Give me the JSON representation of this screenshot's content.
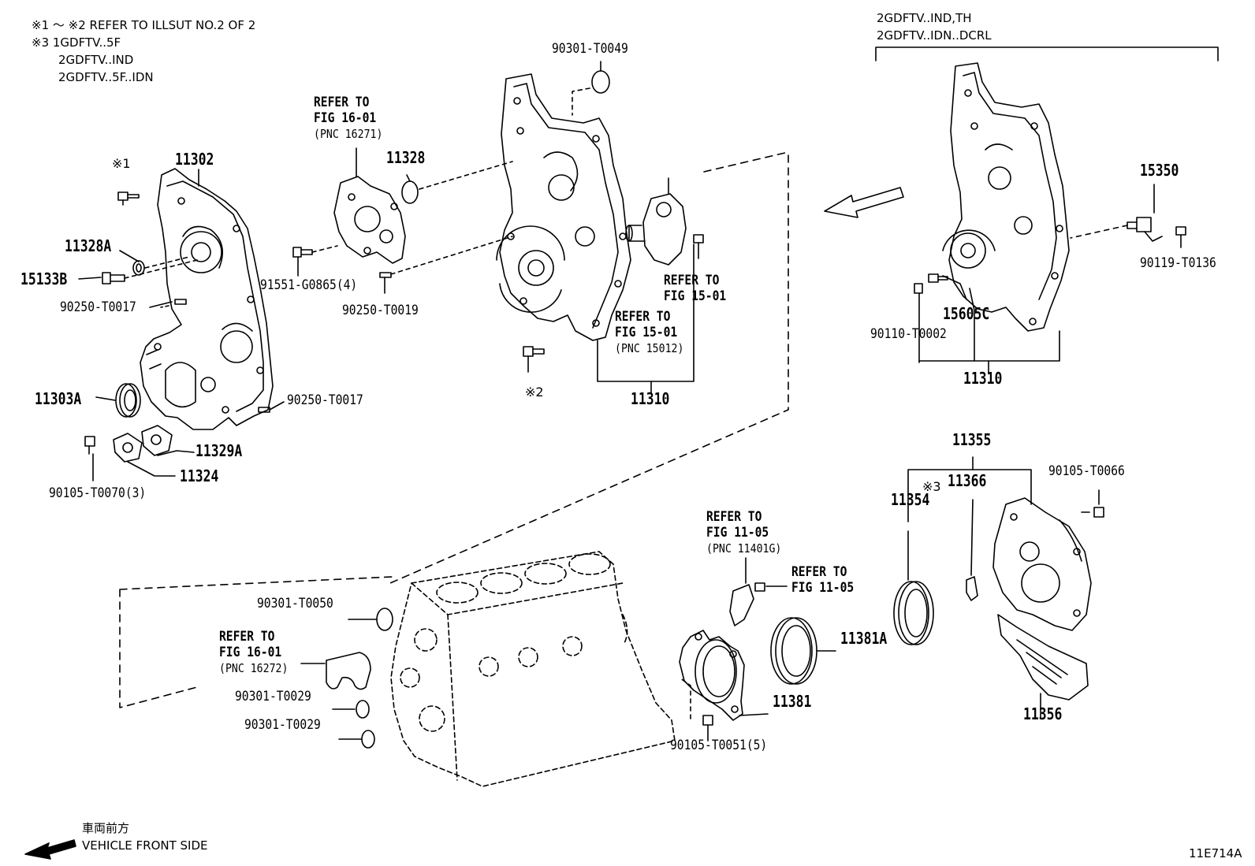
{
  "notes": {
    "line1": "※1 ～ ※2 REFER TO ILLSUT NO.2 OF 2",
    "line2": "※3 1GDFTV..5F",
    "line3": "2GDFTV..IND",
    "line4": "2GDFTV..5F..IDN"
  },
  "variant_note": {
    "line1": "2GDFTV..IND,TH",
    "line2": "2GDFTV..IDN..DCRL"
  },
  "marks": {
    "m1": "※1",
    "m2": "※2",
    "m3": "※3"
  },
  "parts": {
    "p11302": "11302",
    "p11328a": "11328A",
    "p15133b": "15133B",
    "p90250_t0017a": "90250-T0017",
    "p11303a": "11303A",
    "p90250_t0017b": "90250-T0017",
    "p11329a": "11329A",
    "p11324": "11324",
    "p90105_t0070": "90105-T0070(3)",
    "p91551_g0865": "91551-G0865(4)",
    "p90250_t0019": "90250-T0019",
    "p11328": "11328",
    "p90301_t0049": "90301-T0049",
    "p11310a": "11310",
    "p15350": "15350",
    "p90119_t0136": "90119-T0136",
    "p15605c": "15605C",
    "p90110_t0002": "90110-T0002",
    "p11310b": "11310",
    "p11355": "11355",
    "p11366": "11366",
    "p11354": "11354",
    "p90105_t0066": "90105-T0066",
    "p11356": "11356",
    "p11381a": "11381A",
    "p11381": "11381",
    "p90105_t0051": "90105-T0051(5)",
    "p90301_t0050": "90301-T0050",
    "p90301_t0029a": "90301-T0029",
    "p90301_t0029b": "90301-T0029"
  },
  "refs": {
    "r16_01a": {
      "l1": "REFER TO",
      "l2": "FIG 16-01",
      "l3": "(PNC 16271)"
    },
    "r15_01a": {
      "l1": "REFER TO",
      "l2": "FIG 15-01"
    },
    "r15_01b": {
      "l1": "REFER TO",
      "l2": "FIG 15-01",
      "l3": "(PNC 15012)"
    },
    "r11_05a": {
      "l1": "REFER TO",
      "l2": "FIG 11-05",
      "l3": "(PNC 11401G)"
    },
    "r11_05b": {
      "l1": "REFER TO",
      "l2": "FIG 11-05"
    },
    "r16_01b": {
      "l1": "REFER TO",
      "l2": "FIG 16-01",
      "l3": "(PNC 16272)"
    }
  },
  "footer": {
    "front_jp": "車両前方",
    "front_en": "VEHICLE FRONT SIDE",
    "illust_id": "11E714A"
  }
}
